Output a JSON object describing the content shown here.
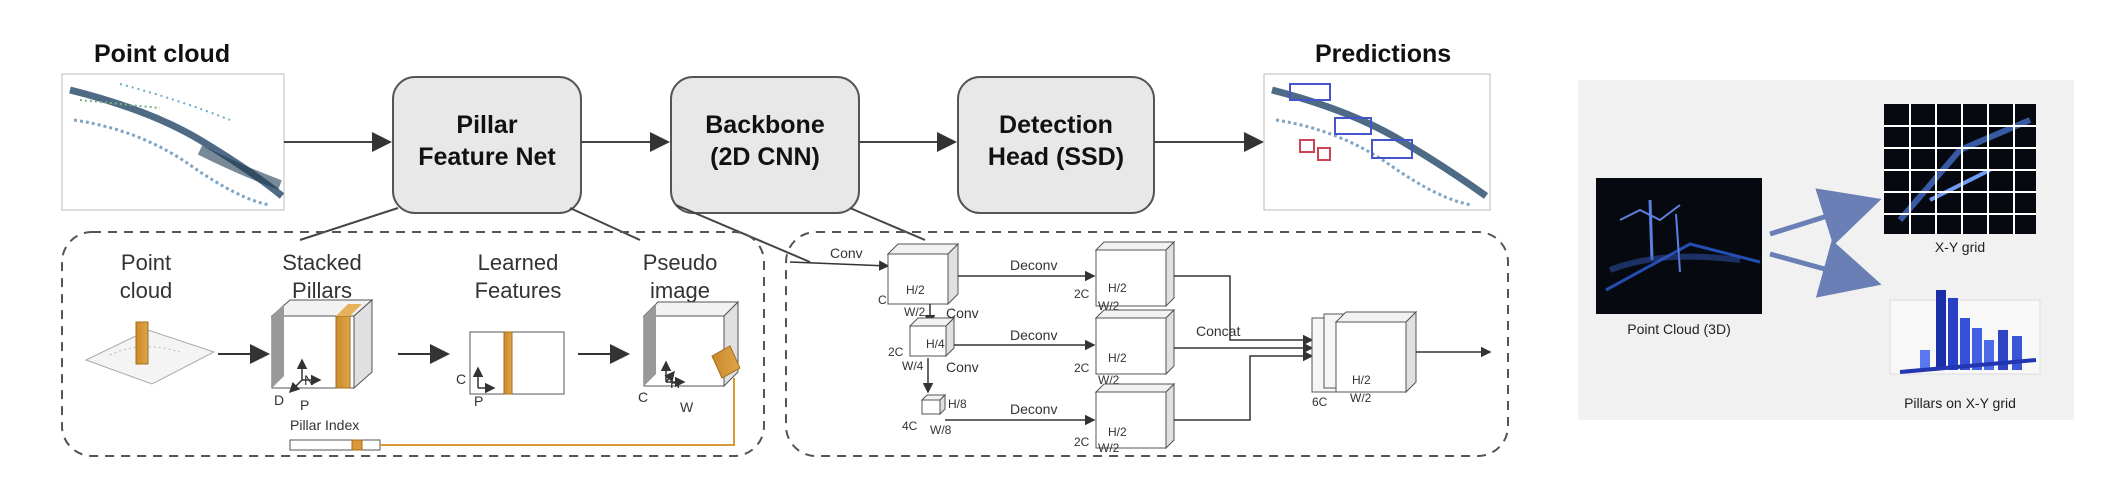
{
  "top": {
    "point_cloud_title": "Point cloud",
    "predictions_title": "Predictions",
    "boxes": [
      {
        "line1": "Pillar",
        "line2": "Feature Net"
      },
      {
        "line1": "Backbone",
        "line2": "(2D CNN)"
      },
      {
        "line1": "Detection",
        "line2": "Head (SSD)"
      }
    ]
  },
  "pillar_panel": {
    "steps": [
      {
        "line1": "Point",
        "line2": "cloud"
      },
      {
        "line1": "Stacked",
        "line2": "Pillars"
      },
      {
        "line1": "Learned",
        "line2": "Features"
      },
      {
        "line1": "Pseudo",
        "line2": "image"
      }
    ],
    "axes": {
      "N": "N",
      "D": "D",
      "P": "P",
      "C": "C",
      "H": "H",
      "W": "W"
    },
    "pillar_index": "Pillar Index"
  },
  "backbone_panel": {
    "conv": "Conv",
    "deconv": "Deconv",
    "concat": "Concat",
    "dims": {
      "c": "C",
      "h2": "H/2",
      "w2": "W/2",
      "c2": "2C",
      "h4": "H/4",
      "w4": "W/4",
      "c4": "4C",
      "h8": "H/8",
      "w8": "W/8",
      "c6": "6C"
    }
  },
  "right_panel": {
    "point_cloud_caption": "Point Cloud (3D)",
    "xy_grid_caption": "X-Y grid",
    "pillars_caption": "Pillars on X-Y grid"
  }
}
